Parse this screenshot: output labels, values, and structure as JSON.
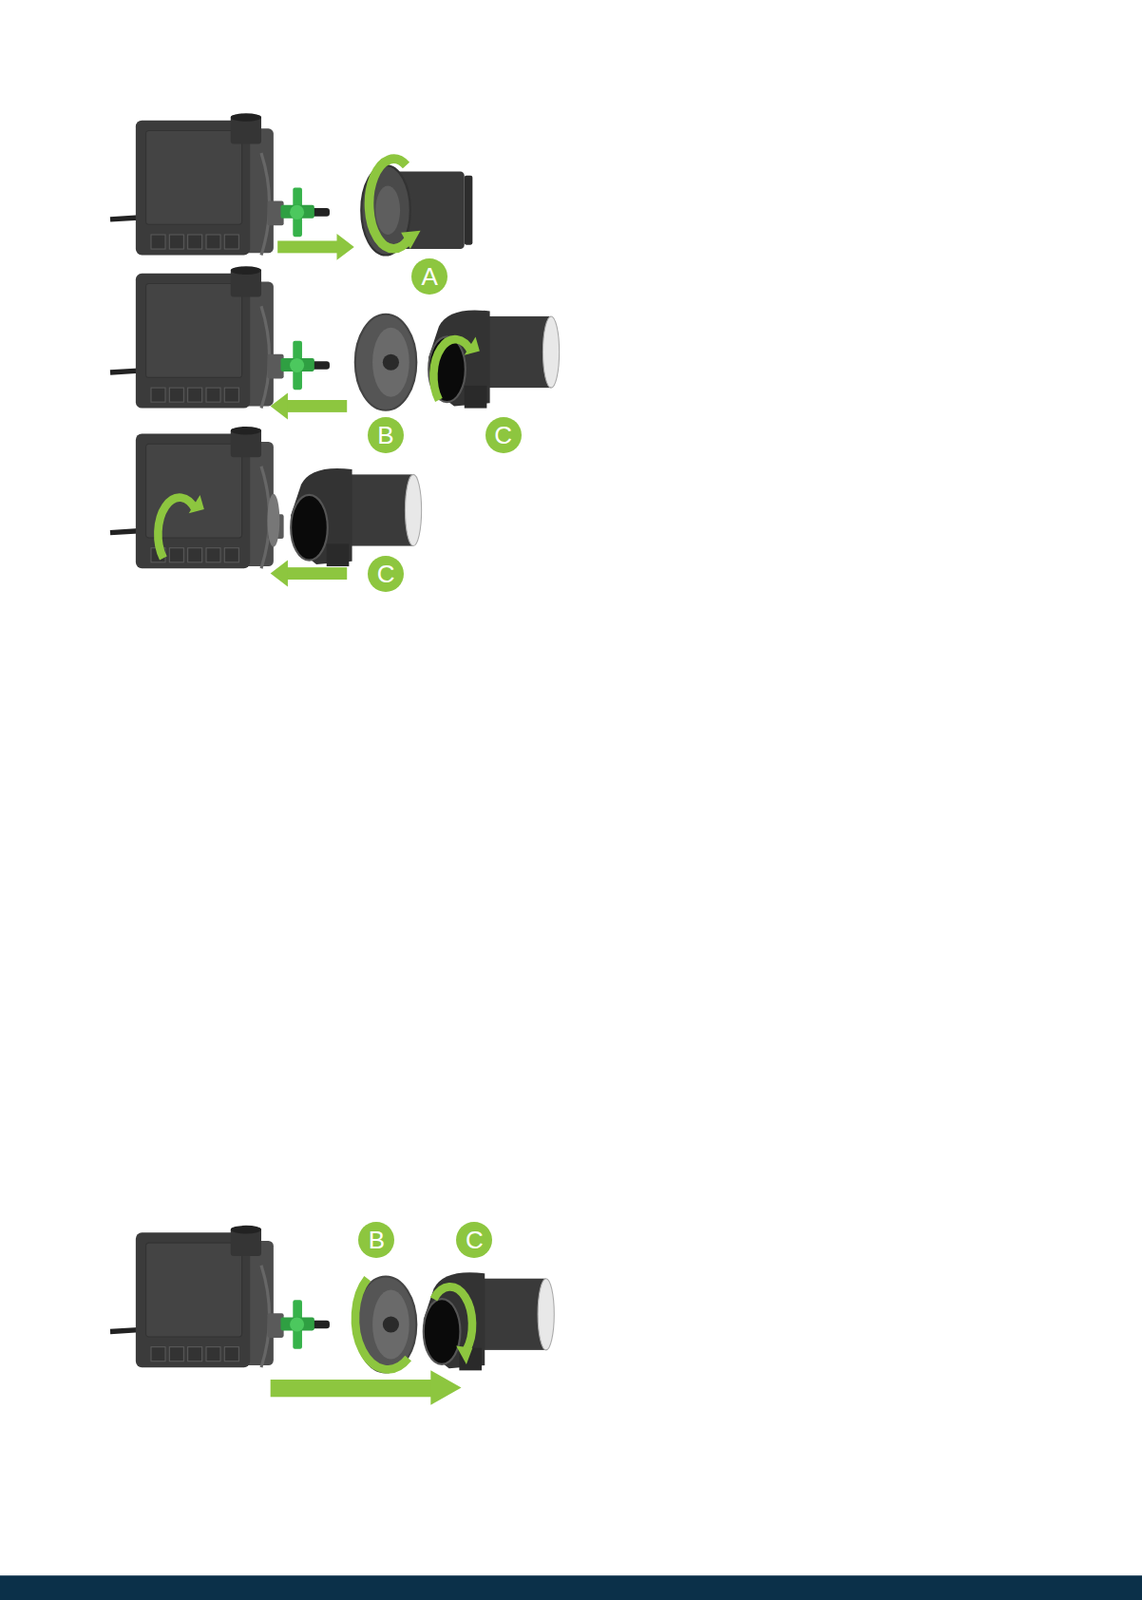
{
  "diagram": {
    "nodes": [
      {
        "text": [
          "A"
        ]
      },
      {
        "text": [
          "B"
        ]
      },
      {
        "text": [
          "C"
        ]
      },
      {
        "text": [
          "C"
        ]
      },
      {
        "text": [
          "B"
        ]
      },
      {
        "text": [
          "C"
        ]
      }
    ]
  }
}
